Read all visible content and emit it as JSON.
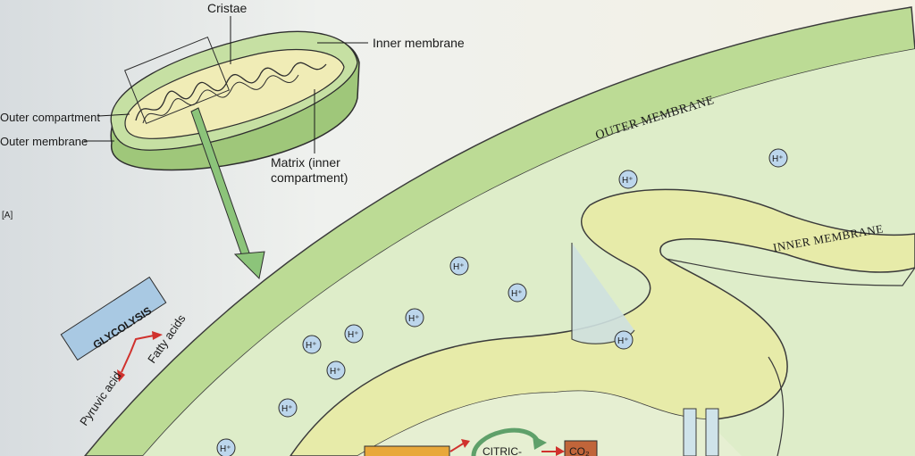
{
  "labels": {
    "cristae": "Cristae",
    "inner_membrane_small": "Inner membrane",
    "outer_compartment": "Outer compartment",
    "outer_membrane_small": "Outer membrane",
    "matrix_line1": "Matrix (inner",
    "matrix_line2": "compartment)",
    "panel_letter": "[A]",
    "outer_membrane_big": "OUTER MEMBRANE",
    "inner_membrane_big": "INNER MEMBRANE",
    "glycolysis": "GLYCOLYSIS",
    "pyruvic_acid": "Pyruvic acid",
    "fatty_acids": "Fatty acids",
    "citric": "CITRIC-",
    "co2": "CO₂",
    "proton": "H⁺"
  },
  "colors": {
    "membrane_green": "#b9d88f",
    "membrane_light": "#d8e9c2",
    "inner_yellow": "#e9eab2",
    "proton_blue": "#bcd6ec",
    "glycolysis_box": "#a9c9e3",
    "arrow_red": "#d0312d",
    "arrow_green": "#7cb66e",
    "orange_box": "#e8a83a",
    "co2_box": "#c1653a"
  }
}
